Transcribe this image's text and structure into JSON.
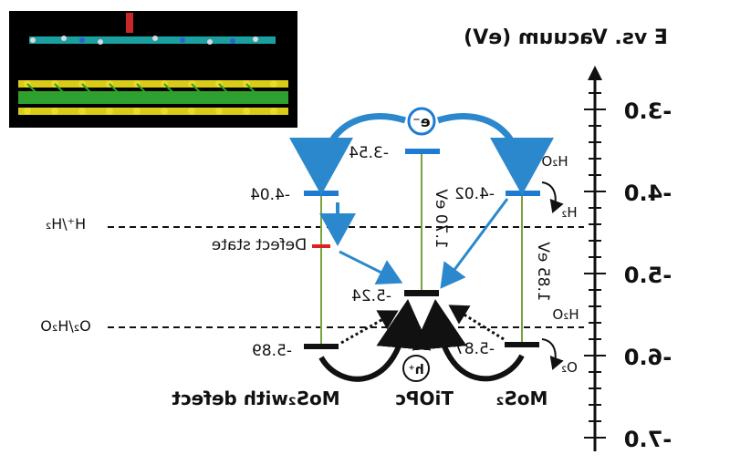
{
  "axis": {
    "title": "E vs. Vacuum (eV)",
    "ticks": [
      "-3.0",
      "-4.0",
      "-5.0",
      "-6.0",
      "-7.0"
    ]
  },
  "reference_lines": [
    {
      "label": "H⁺/H₂",
      "energy": -4.44
    },
    {
      "label": "O₂/H₂O",
      "energy": -5.67
    }
  ],
  "materials": [
    {
      "name": "MoS₂with defect",
      "lumo_label": "-4.04",
      "homo_label": "-5.89",
      "defect_label": "Defect state"
    },
    {
      "name": "TiOPc",
      "lumo_label": "-3.54",
      "homo_label": "-5.24",
      "gap_label": "1.70 eV"
    },
    {
      "name": "MoS₂",
      "lumo_label": "-4.02",
      "homo_label": "-5.87",
      "gap_label": "1.85 eV"
    }
  ],
  "carriers": {
    "electron": "e⁻",
    "hole": "h⁺"
  },
  "species": {
    "h2o_top": "H₂O",
    "h2_bottom": "H₂",
    "h2o_bottom": "H₂O",
    "o2": "O₂"
  },
  "colors": {
    "level": "#1f7bd1",
    "arrow": "#2c88cc",
    "gap_line": "#7aa33f",
    "defect": "#e02020",
    "text": "#111111"
  },
  "inset": {
    "icon": "molecule-on-mos2-structure"
  }
}
